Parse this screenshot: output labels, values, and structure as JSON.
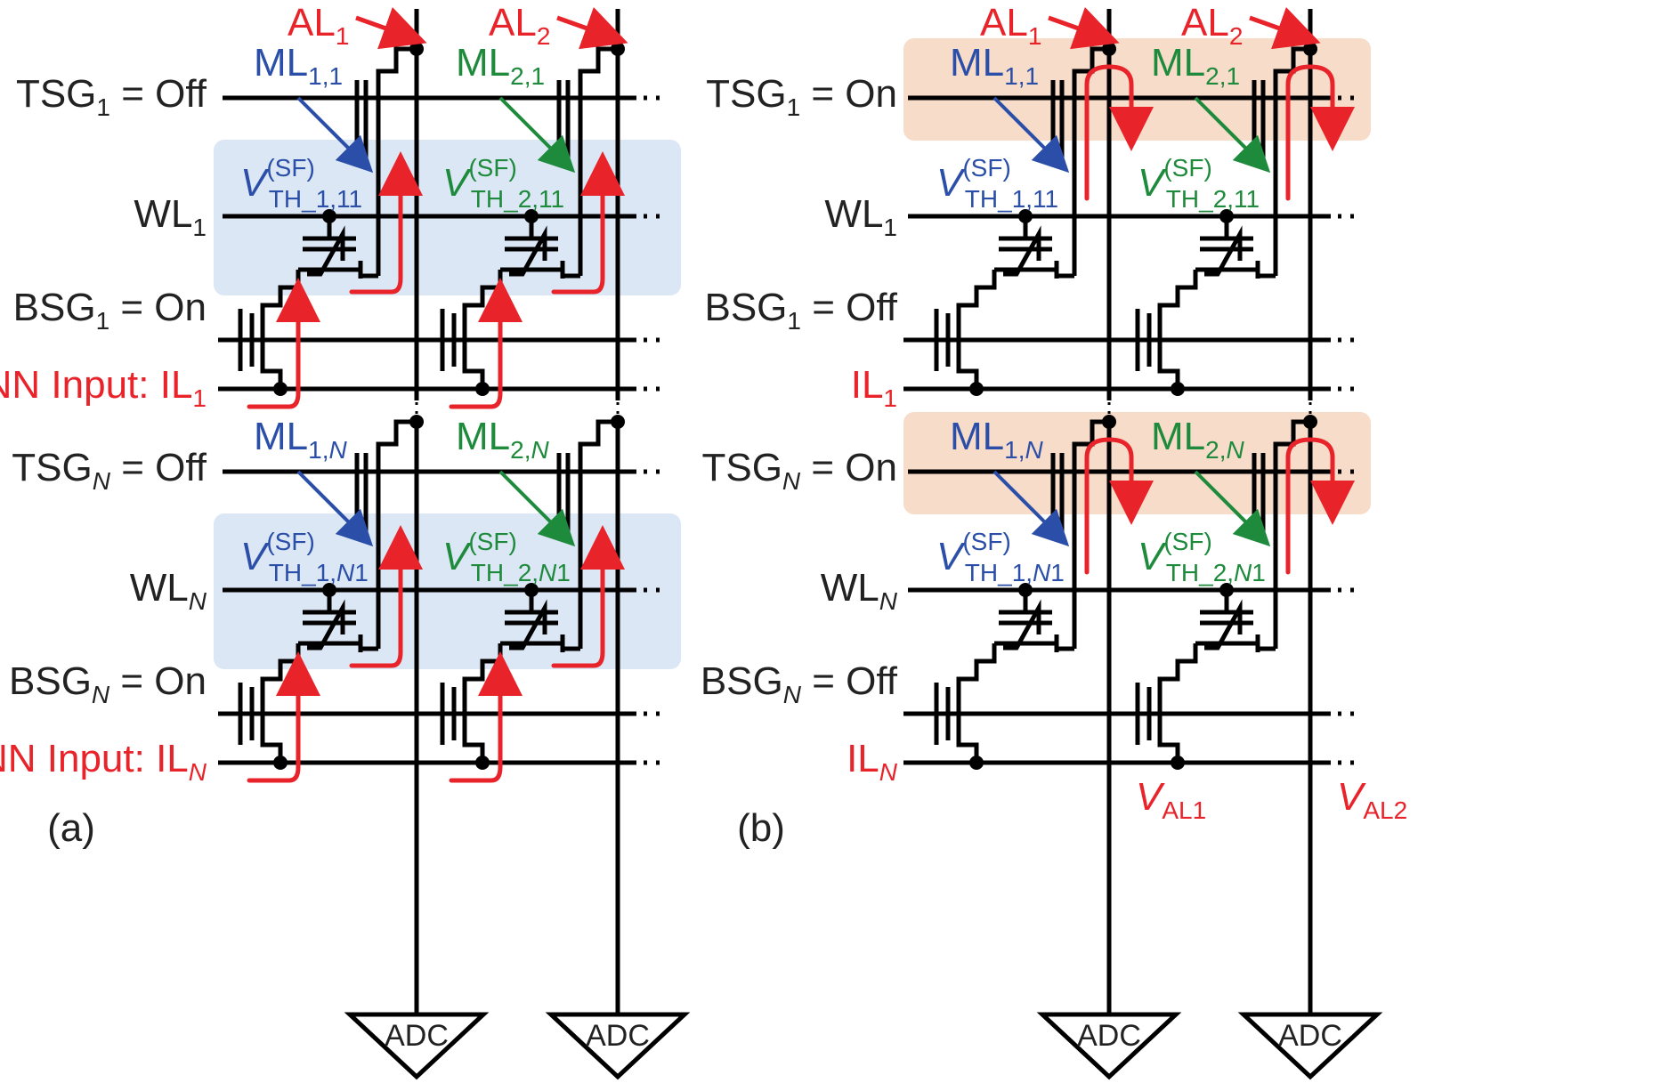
{
  "colors": {
    "line": "#000000",
    "current_path": "#e8232a",
    "column1": "#2b4fa8",
    "column2": "#1e8a3c",
    "read_highlight": "#dbe7f4",
    "compute_highlight": "#f7dcc9"
  },
  "panels": [
    {
      "id": "a",
      "caption": "(a)",
      "rows": [
        {
          "gate": "TSG",
          "sub": "1",
          "state": "= Off",
          "sub_italic": false
        },
        {
          "gate": "WL",
          "sub": "1",
          "state": "",
          "sub_italic": false
        },
        {
          "gate": "BSG",
          "sub": "1",
          "state": "= On",
          "sub_italic": false
        },
        {
          "gate": "NN Input: IL",
          "sub": "1",
          "state": "",
          "sub_italic": false,
          "red": true
        },
        {
          "gate": "TSG",
          "sub": "N",
          "state": "= Off",
          "sub_italic": true
        },
        {
          "gate": "WL",
          "sub": "N",
          "state": "",
          "sub_italic": true
        },
        {
          "gate": "BSG",
          "sub": "N",
          "state": "= On",
          "sub_italic": true
        },
        {
          "gate": "NN Input: IL",
          "sub": "N",
          "state": "",
          "sub_italic": true,
          "red": true
        }
      ],
      "columns": [
        {
          "al": "AL",
          "al_sub": "1",
          "ml_top": "ML",
          "ml_top_sub": "1,1",
          "ml_bot": "ML",
          "ml_bot_sub_a": "1,",
          "ml_bot_sub_b": "N",
          "vth_top_sub": "TH_1,11",
          "vth_bot_sub_a": "TH_1,",
          "vth_bot_sub_b": "N",
          "vth_bot_sub_c": "1"
        },
        {
          "al": "AL",
          "al_sub": "2",
          "ml_top": "ML",
          "ml_top_sub": "2,1",
          "ml_bot": "ML",
          "ml_bot_sub_a": "2,",
          "ml_bot_sub_b": "N",
          "vth_top_sub": "TH_2,11",
          "vth_bot_sub_a": "TH_2,",
          "vth_bot_sub_b": "N",
          "vth_bot_sub_c": "1"
        }
      ]
    },
    {
      "id": "b",
      "caption": "(b)",
      "rows": [
        {
          "gate": "TSG",
          "sub": "1",
          "state": "= On",
          "sub_italic": false
        },
        {
          "gate": "WL",
          "sub": "1",
          "state": "",
          "sub_italic": false
        },
        {
          "gate": "BSG",
          "sub": "1",
          "state": "= Off",
          "sub_italic": false
        },
        {
          "gate": "IL",
          "sub": "1",
          "state": "",
          "sub_italic": false,
          "red": true
        },
        {
          "gate": "TSG",
          "sub": "N",
          "state": "= On",
          "sub_italic": true
        },
        {
          "gate": "WL",
          "sub": "N",
          "state": "",
          "sub_italic": true
        },
        {
          "gate": "BSG",
          "sub": "N",
          "state": "= Off",
          "sub_italic": true
        },
        {
          "gate": "IL",
          "sub": "N",
          "state": "",
          "sub_italic": true,
          "red": true
        }
      ],
      "columns": [
        {
          "al": "AL",
          "al_sub": "1",
          "ml_top": "ML",
          "ml_top_sub": "1,1",
          "ml_bot": "ML",
          "ml_bot_sub_a": "1,",
          "ml_bot_sub_b": "N",
          "vth_top_sub": "TH_1,11",
          "vth_bot_sub_a": "TH_1,",
          "vth_bot_sub_b": "N",
          "vth_bot_sub_c": "1",
          "vout": "V",
          "vout_sub": "AL1"
        },
        {
          "al": "AL",
          "al_sub": "2",
          "ml_top": "ML",
          "ml_top_sub": "2,1",
          "ml_bot": "ML",
          "ml_bot_sub_a": "2,",
          "ml_bot_sub_b": "N",
          "vth_top_sub": "TH_2,11",
          "vth_bot_sub_a": "TH_2,",
          "vth_bot_sub_b": "N",
          "vth_bot_sub_c": "1",
          "vout": "V",
          "vout_sub": "AL2"
        }
      ]
    }
  ],
  "vth_symbol": "V",
  "vth_sup": "(SF)",
  "adc_label": "ADC"
}
